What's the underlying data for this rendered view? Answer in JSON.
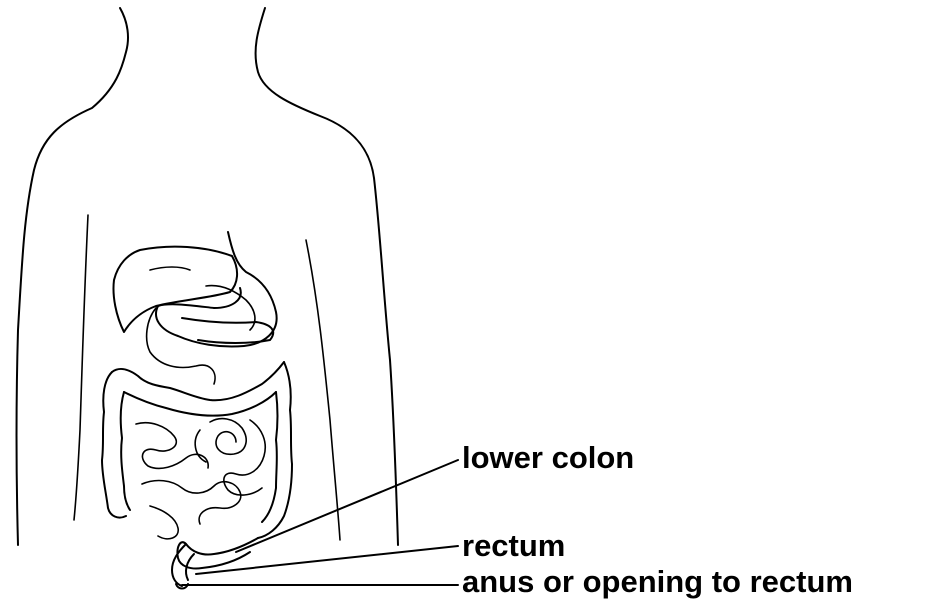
{
  "diagram": {
    "labels": {
      "lower_colon": "lower colon",
      "rectum": "rectum",
      "anus": "anus or opening to rectum"
    },
    "colors": {
      "ink": "#000000",
      "background": "#ffffff"
    }
  }
}
